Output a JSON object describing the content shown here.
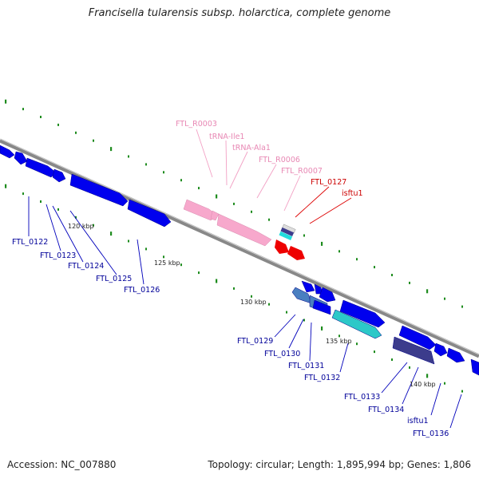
{
  "title": "Francisella tularensis subsp. holarctica, complete genome",
  "accession": "Accession: NC_007880",
  "topology": "Topology: circular; Length: 1,895,994 bp; Genes: 1,806",
  "colors": {
    "cds": "#0000ee",
    "cds_label": "#000099",
    "rna": "#f7a8cc",
    "rna_label": "#e888b4",
    "pseudo": "#ee0000",
    "pseudo_label": "#cc0000",
    "steel": "#4a7fc0",
    "teal": "#2cc8c8",
    "navy": "#3c3c8c",
    "dots": "#1e8c1e"
  },
  "scale_ticks": [
    {
      "text": "120 kbp"
    },
    {
      "text": "125 kbp"
    },
    {
      "text": "130 kbp"
    },
    {
      "text": "135 kbp"
    },
    {
      "text": "140 kbp"
    }
  ],
  "labels": {
    "rna": [
      "FTL_R0003",
      "tRNA-Ile1",
      "tRNA-Ala1",
      "FTL_R0006",
      "FTL_R0007"
    ],
    "pseudo": [
      "FTL_0127",
      "isftu1"
    ],
    "cds_left": [
      "FTL_0122",
      "FTL_0123",
      "FTL_0124",
      "FTL_0125",
      "FTL_0126"
    ],
    "cds_right": [
      "FTL_0129",
      "FTL_0130",
      "FTL_0131",
      "FTL_0132",
      "FTL_0133",
      "FTL_0134",
      "isftu1",
      "FTL_0136"
    ]
  }
}
